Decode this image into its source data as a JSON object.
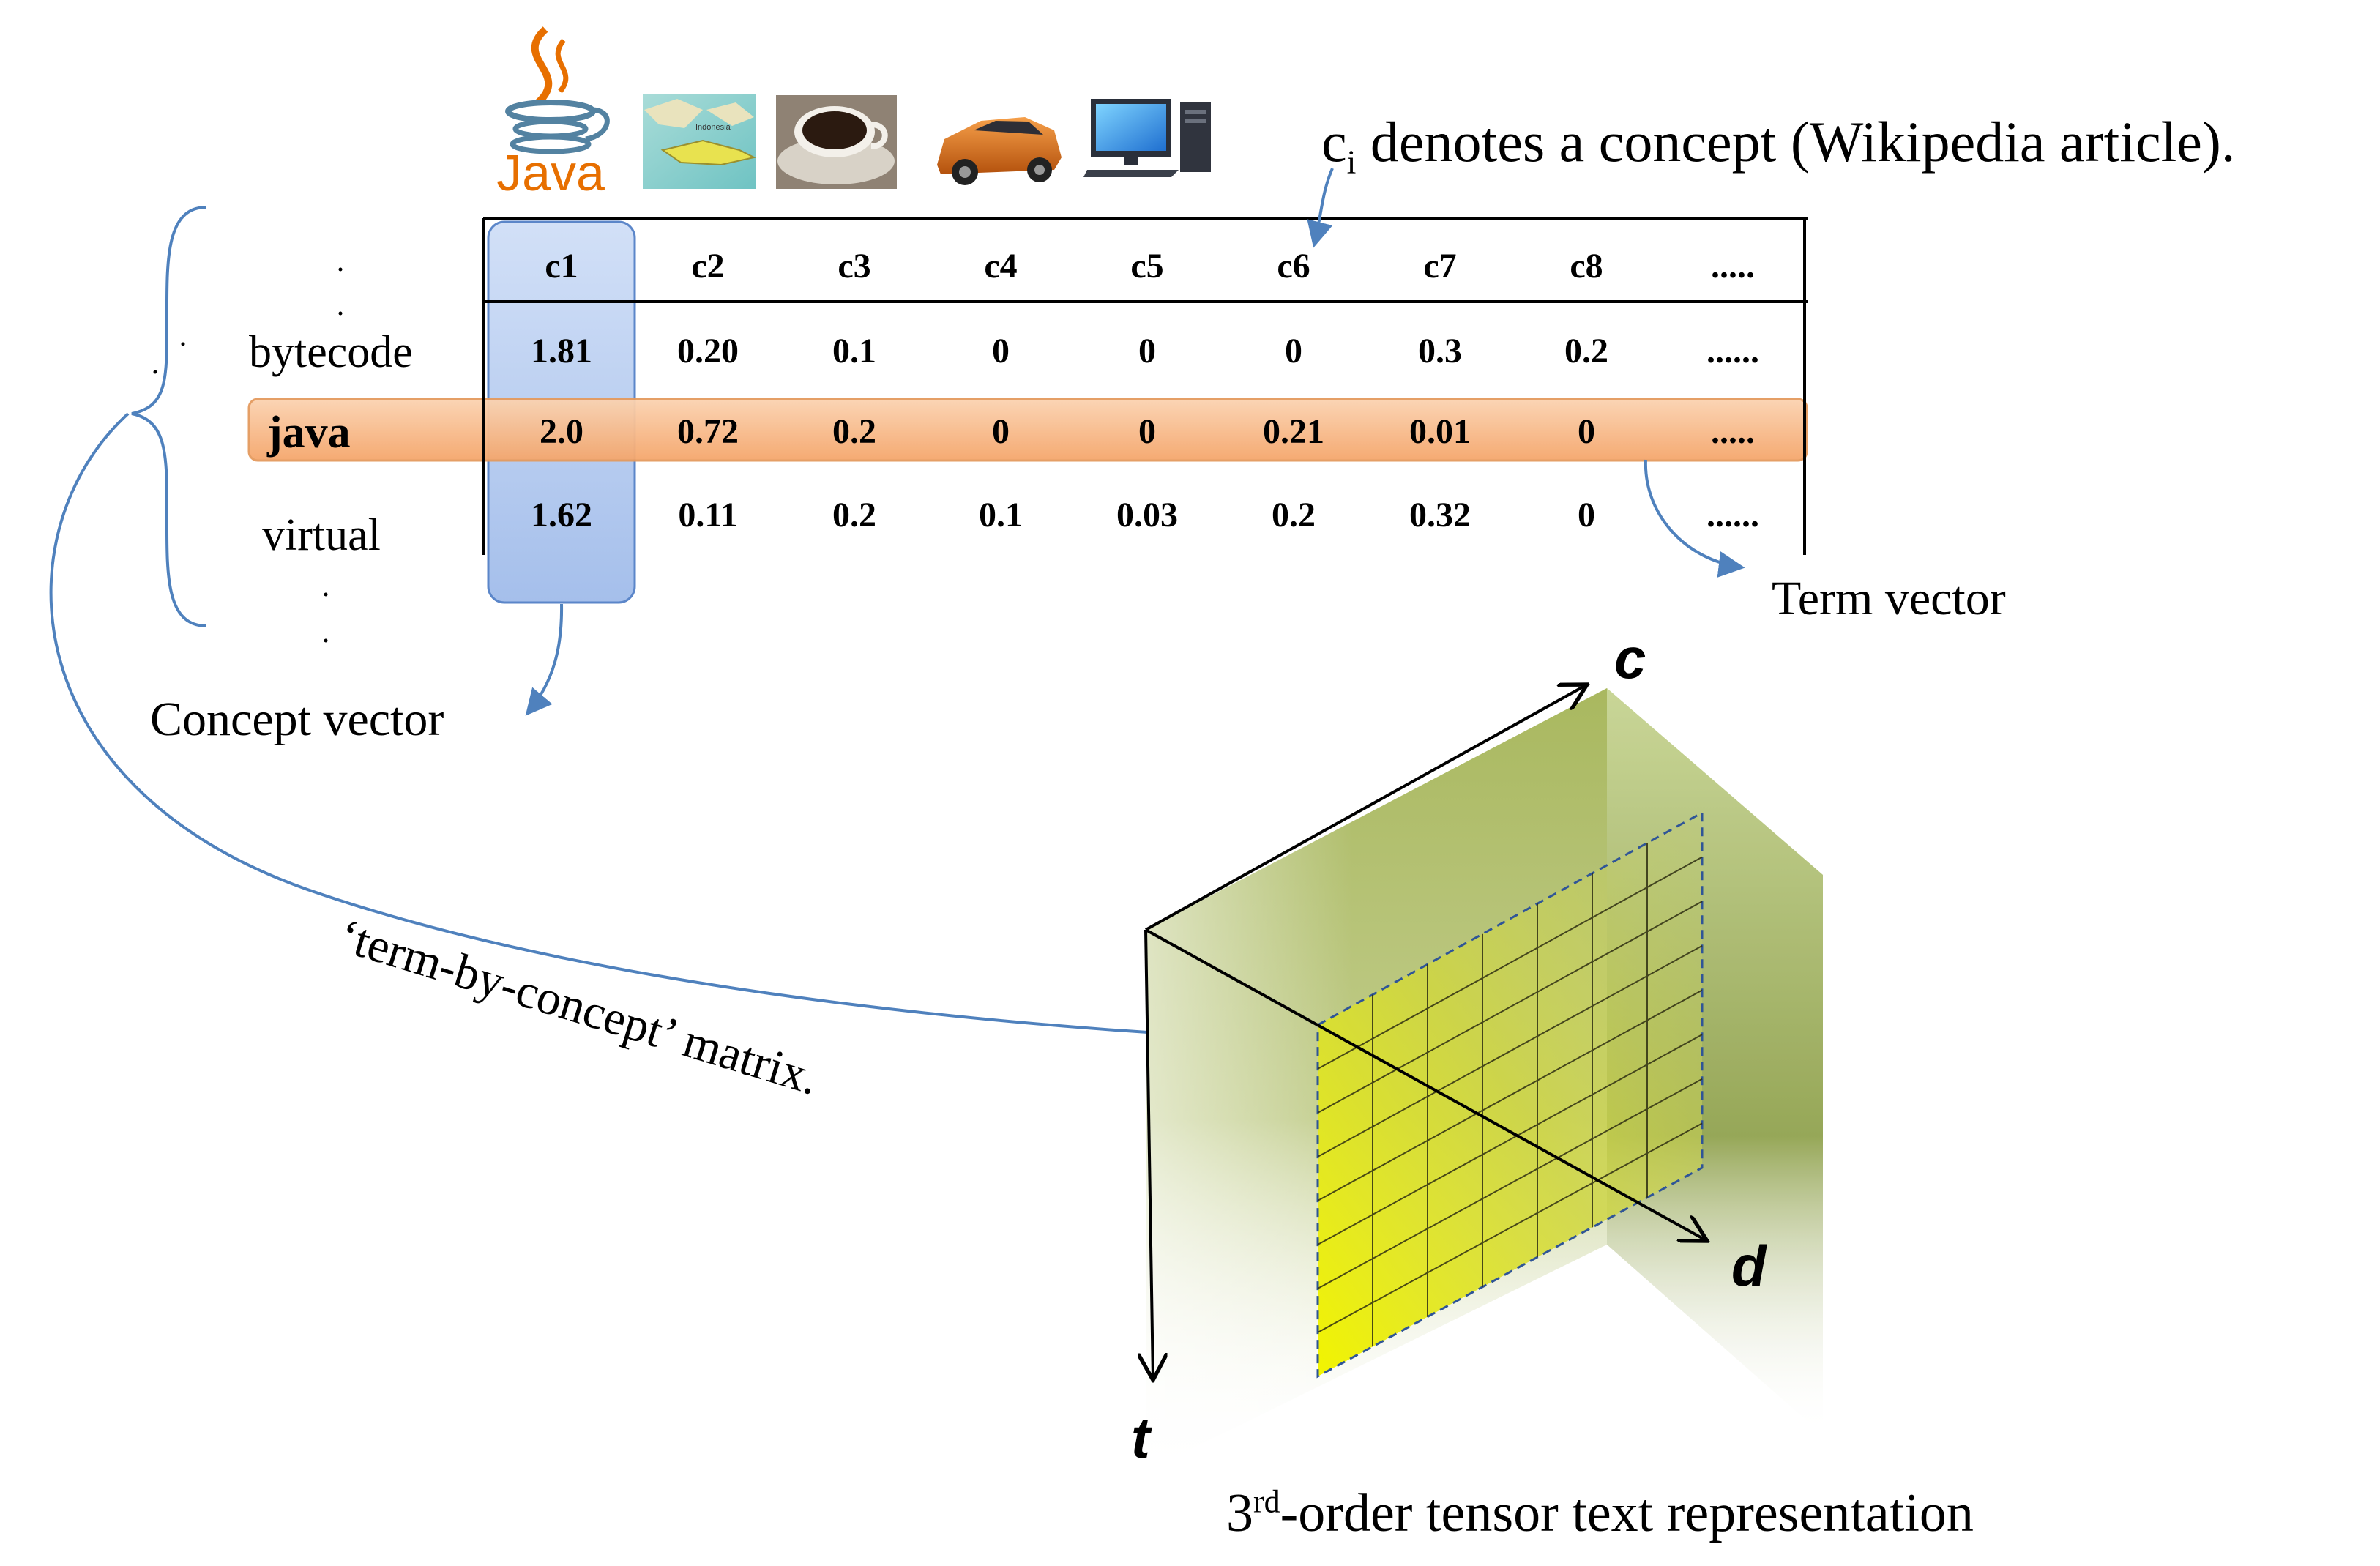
{
  "concept_images": [
    {
      "name": "java-logo",
      "label": "Java"
    },
    {
      "name": "indonesia-map",
      "label": "Indonesia"
    },
    {
      "name": "coffee-cup",
      "label": ""
    },
    {
      "name": "car",
      "label": ""
    },
    {
      "name": "computer",
      "label": ""
    }
  ],
  "caption_concept": {
    "prefix": "c",
    "sub": "i",
    "rest": " denotes a concept (Wikipedia article)."
  },
  "matrix": {
    "columns": [
      "c1",
      "c2",
      "c3",
      "c4",
      "c5",
      "c6",
      "c7",
      "c8",
      "....."
    ],
    "rows": [
      {
        "term": "bytecode",
        "values": [
          "1.81",
          "0.20",
          "0.1",
          "0",
          "0",
          "0",
          "0.3",
          "0.2",
          "......"
        ]
      },
      {
        "term": "java",
        "values": [
          "2.0",
          "0.72",
          "0.2",
          "0",
          "0",
          "0.21",
          "0.01",
          "0",
          "....."
        ]
      },
      {
        "term": "virtual",
        "values": [
          "1.62",
          "0.11",
          "0.2",
          "0.1",
          "0.03",
          "0.2",
          "0.32",
          "0",
          "......"
        ]
      }
    ]
  },
  "labels": {
    "concept_vector": "Concept vector",
    "term_vector": "Term vector",
    "matrix_label": "‘term-by-concept’ matrix.",
    "axis_c": "c",
    "axis_d": "d",
    "axis_t": "t",
    "tensor_prefix": "3",
    "tensor_sup": "rd",
    "tensor_rest": "-order tensor text representation"
  },
  "colors": {
    "highlight_col": "#b4c9ef",
    "highlight_row": "#f6b98a",
    "arrow": "#4f81bd",
    "java_orange": "#e76f00",
    "java_blue": "#5382a1",
    "cube_green": "#a4b65a",
    "slice_yellow": "#e6ec00"
  }
}
